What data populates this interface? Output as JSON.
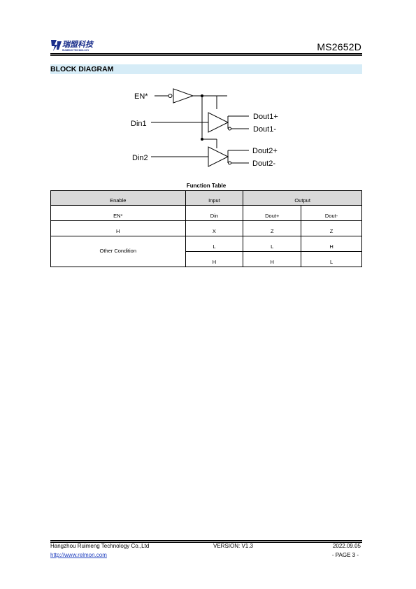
{
  "header": {
    "logo_text": "瑞盟科技",
    "logo_subtext": "RUIMENG TECHNOLOGY",
    "part_number": "MS2652D"
  },
  "section": {
    "title": "BLOCK DIAGRAM"
  },
  "diagram": {
    "en_label": "EN*",
    "din1_label": "Din1",
    "din2_label": "Din2",
    "dout1p_label": "Dout1+",
    "dout1n_label": "Dout1-",
    "dout2p_label": "Dout2+",
    "dout2n_label": "Dout2-"
  },
  "function_table": {
    "caption": "Function Table",
    "group_headers": [
      "Enable",
      "Input",
      "Output"
    ],
    "sub_headers": [
      "EN*",
      "Din",
      "Dout+",
      "Dout-"
    ],
    "rows": [
      {
        "enable": "H",
        "din": "X",
        "dout_p": "Z",
        "dout_n": "Z"
      }
    ],
    "other_condition": {
      "label": "Other Condition",
      "rows": [
        {
          "din": "L",
          "dout_p": "L",
          "dout_n": "H"
        },
        {
          "din": "H",
          "dout_p": "H",
          "dout_n": "L"
        }
      ]
    }
  },
  "footer": {
    "company": "Hangzhou Ruimeng Technology Co.,Ltd",
    "version": "VERSION: V1.3",
    "date": "2022.09.05",
    "url": "http://www.relmon.com",
    "page": "- PAGE 3 -"
  },
  "colors": {
    "section_bar": "#d6ecf7",
    "table_header": "#d9d9d9",
    "logo_blue": "#1b2f8c",
    "link": "#1f3fbf"
  }
}
